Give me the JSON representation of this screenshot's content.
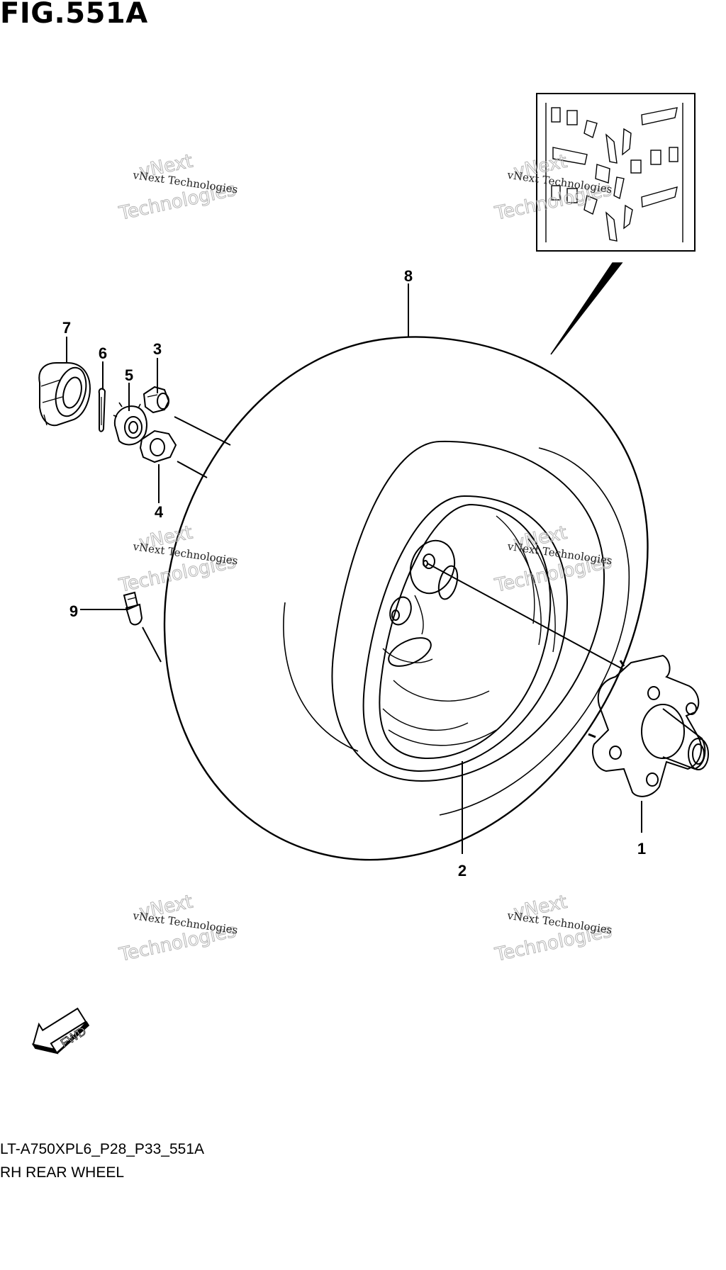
{
  "figure": {
    "title": "FIG.551A",
    "code": "LT-A750XPL6_P28_P33_551A",
    "description": "RH REAR WHEEL"
  },
  "callouts": [
    "1",
    "2",
    "3",
    "4",
    "5",
    "6",
    "7",
    "8",
    "9"
  ],
  "direction_label": "FWD",
  "watermark": {
    "line1": "vNext Technologies",
    "line2": "vNext",
    "line3": "Technologies"
  }
}
